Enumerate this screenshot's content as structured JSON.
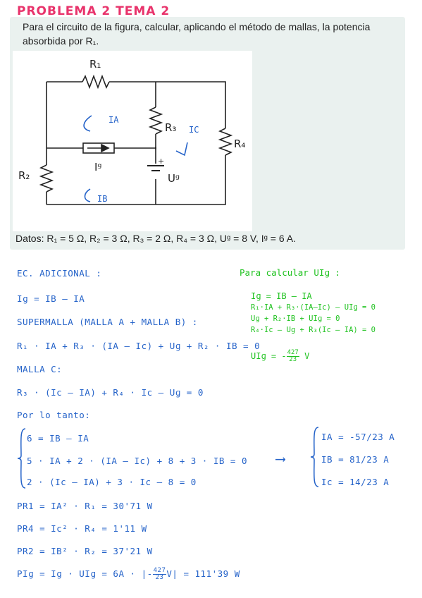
{
  "title": "PROBLEMA 2 TEMA 2",
  "statement": {
    "line1": "Para el circuito de la figura, calcular, aplicando el método de mallas, la potencia",
    "line2": "absorbida por R₁."
  },
  "circuit": {
    "r1": "R₁",
    "r2": "R₂",
    "r3": "R₃",
    "r4": "R₄",
    "ig": "Iᵍ",
    "ug": "Uᵍ",
    "plus": "+",
    "ia": "IA",
    "ib": "IB",
    "ic": "IC"
  },
  "datos": "Datos: R₁ = 5 Ω, R₂ = 3 Ω, R₃ = 2 Ω, R₄ = 3 Ω, Uᵍ = 8 V, Iᵍ = 6 A.",
  "solution": {
    "ec_adicional": "EC. ADICIONAL :",
    "eq1": "Iɡ = IB – IA",
    "supermalla": "SUPERMALLA (MALLA A + MALLA B) :",
    "eq2": "R₁ · IA + R₃ · (IA – Ic) + Uɡ + R₂ · IB = 0",
    "malla_c": "MALLA C:",
    "eq3": "R₃ · (Ic – IA) + R₄ · Ic – Uɡ = 0",
    "por_lo_tanto": "Por lo tanto:",
    "sys1": "6 = IB – IA",
    "sys2": "5 · IA +  2 · (IA – Ic) + 8  +  3 · IB = 0",
    "sys3": "2 · (Ic – IA) + 3 · Ic – 8 = 0",
    "arrow": "⟶",
    "res1": "IA = -57/23 A",
    "res2": "IB = 81/23  A",
    "res3": "Ic = 14/23 A",
    "p1": "PR1 = IA² · R₁ = 30'71 W",
    "p4": "PR4 = Ic² · R₄ = 1'11 W",
    "p2": "PR2 = IB² · R₂ = 37'21 W",
    "pig_a": "PIɡ = Iɡ · UIɡ = 6A · |-",
    "pig_num": "427",
    "pig_den": "23",
    "pig_b": "V| = 111'39 W"
  },
  "side": {
    "header": "Para calcular UIɡ :",
    "l1": "Iɡ = IB – IA",
    "l2": "R₁·IA + R₃·(IA–Ic) – UIɡ = 0",
    "l3": "Uɡ + R₂·IB + UIɡ = 0",
    "l4": "R₄·Ic – Uɡ + R₃(Ic – IA) = 0",
    "u_a": "UIɡ = -",
    "u_num": "427",
    "u_den": "23",
    "u_b": " V"
  },
  "colors": {
    "title": "#e8336b",
    "blue": "#2563c9",
    "green": "#1fc21f"
  }
}
